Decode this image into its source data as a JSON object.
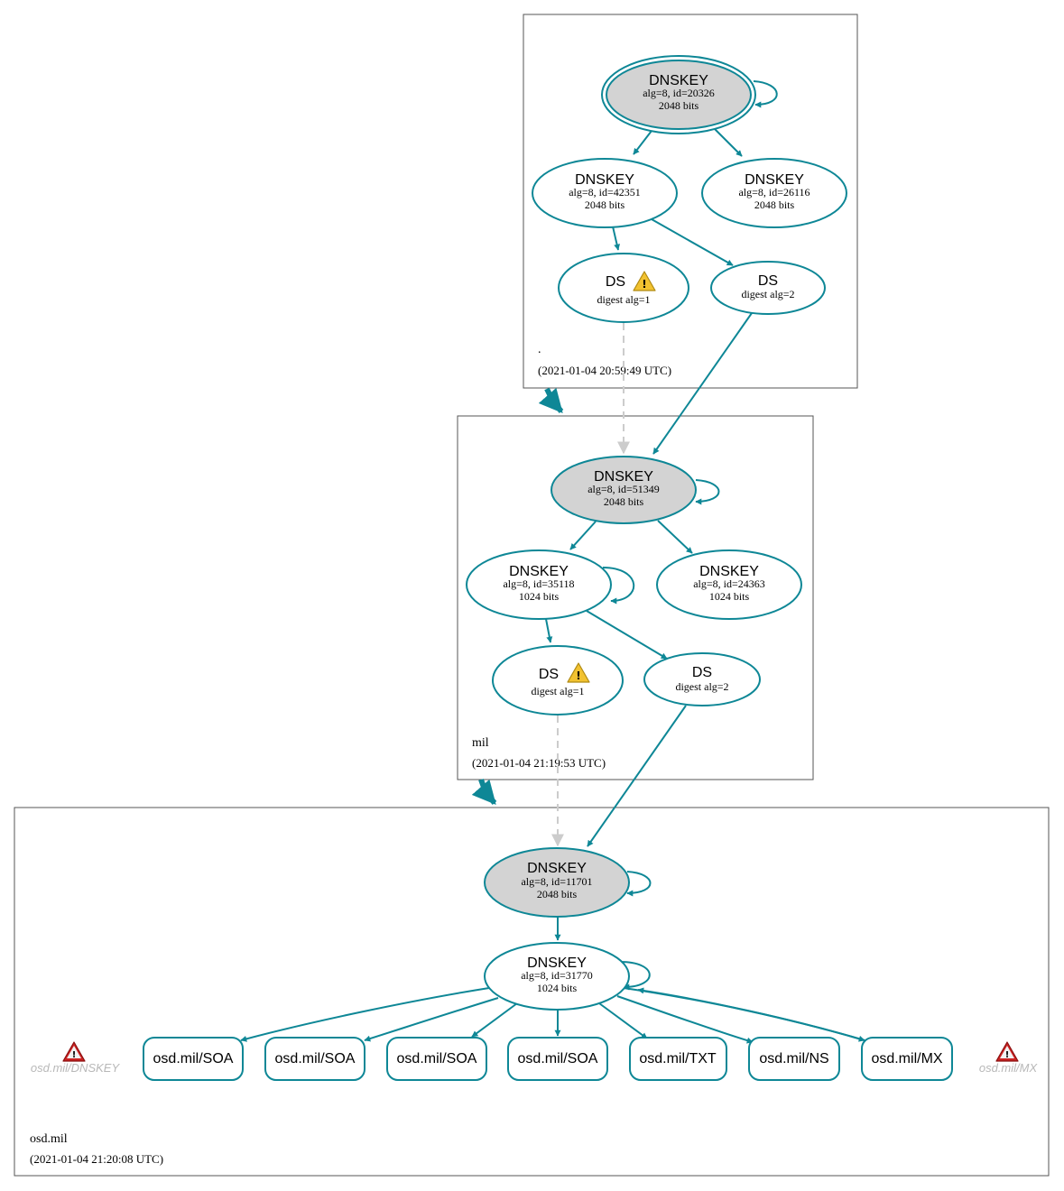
{
  "diagram": {
    "colors": {
      "edge": "#0e8796",
      "sep_fill": "#d3d3d3",
      "dashed": "#cccccc",
      "zone_border": "#555555",
      "error_icon": "#cc2222",
      "warning_icon": "#f2c230"
    },
    "zones": [
      {
        "id": "root",
        "name": ".",
        "timestamp": "(2021-01-04 20:59:49 UTC)"
      },
      {
        "id": "mil",
        "name": "mil",
        "timestamp": "(2021-01-04 21:19:53 UTC)"
      },
      {
        "id": "osd",
        "name": "osd.mil",
        "timestamp": "(2021-01-04 21:20:08 UTC)"
      }
    ],
    "nodes": [
      {
        "id": "root_ksk",
        "type": "DNSKEY",
        "title": "DNSKEY",
        "line1": "alg=8, id=20326",
        "line2": "2048 bits"
      },
      {
        "id": "root_zsk1",
        "type": "DNSKEY",
        "title": "DNSKEY",
        "line1": "alg=8, id=42351",
        "line2": "2048 bits"
      },
      {
        "id": "root_zsk2",
        "type": "DNSKEY",
        "title": "DNSKEY",
        "line1": "alg=8, id=26116",
        "line2": "2048 bits"
      },
      {
        "id": "root_ds1",
        "type": "DS",
        "title": "DS",
        "line1": "digest alg=1",
        "warning": true
      },
      {
        "id": "root_ds2",
        "type": "DS",
        "title": "DS",
        "line1": "digest alg=2"
      },
      {
        "id": "mil_ksk",
        "type": "DNSKEY",
        "title": "DNSKEY",
        "line1": "alg=8, id=51349",
        "line2": "2048 bits"
      },
      {
        "id": "mil_zsk1",
        "type": "DNSKEY",
        "title": "DNSKEY",
        "line1": "alg=8, id=35118",
        "line2": "1024 bits"
      },
      {
        "id": "mil_zsk2",
        "type": "DNSKEY",
        "title": "DNSKEY",
        "line1": "alg=8, id=24363",
        "line2": "1024 bits"
      },
      {
        "id": "mil_ds1",
        "type": "DS",
        "title": "DS",
        "line1": "digest alg=1",
        "warning": true
      },
      {
        "id": "mil_ds2",
        "type": "DS",
        "title": "DS",
        "line1": "digest alg=2"
      },
      {
        "id": "osd_ksk",
        "type": "DNSKEY",
        "title": "DNSKEY",
        "line1": "alg=8, id=11701",
        "line2": "2048 bits"
      },
      {
        "id": "osd_zsk",
        "type": "DNSKEY",
        "title": "DNSKEY",
        "line1": "alg=8, id=31770",
        "line2": "1024 bits"
      }
    ],
    "records": [
      "osd.mil/SOA",
      "osd.mil/SOA",
      "osd.mil/SOA",
      "osd.mil/SOA",
      "osd.mil/TXT",
      "osd.mil/NS",
      "osd.mil/MX"
    ],
    "missing": [
      {
        "label": "osd.mil/DNSKEY",
        "icon": "error-triangle-icon"
      },
      {
        "label": "osd.mil/MX",
        "icon": "error-triangle-icon"
      }
    ]
  }
}
